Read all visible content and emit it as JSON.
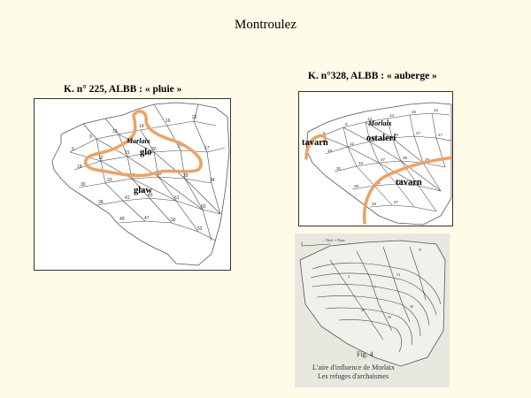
{
  "slide": {
    "title": "Montroulez"
  },
  "map_left": {
    "caption": "K. n° 225, ALBB : « pluie »",
    "labels": {
      "town": "Morlaix",
      "form1": "glo",
      "form2": "glaw"
    }
  },
  "map_right": {
    "caption": "K. n°328, ALBB : « auberge »",
    "labels": {
      "town": "Morlaix",
      "form_west": "tavarn",
      "form_center": "ostaleri",
      "form_south": "tavarn"
    }
  },
  "figure_photo": {
    "fig_number": "Fig. 4",
    "caption_line1": "L'aire d'influence de Morlaix",
    "caption_line2": "Les refuges d'archaïsmes"
  },
  "colors": {
    "background": "#fefbe8",
    "isogloss": "#f0a060"
  }
}
